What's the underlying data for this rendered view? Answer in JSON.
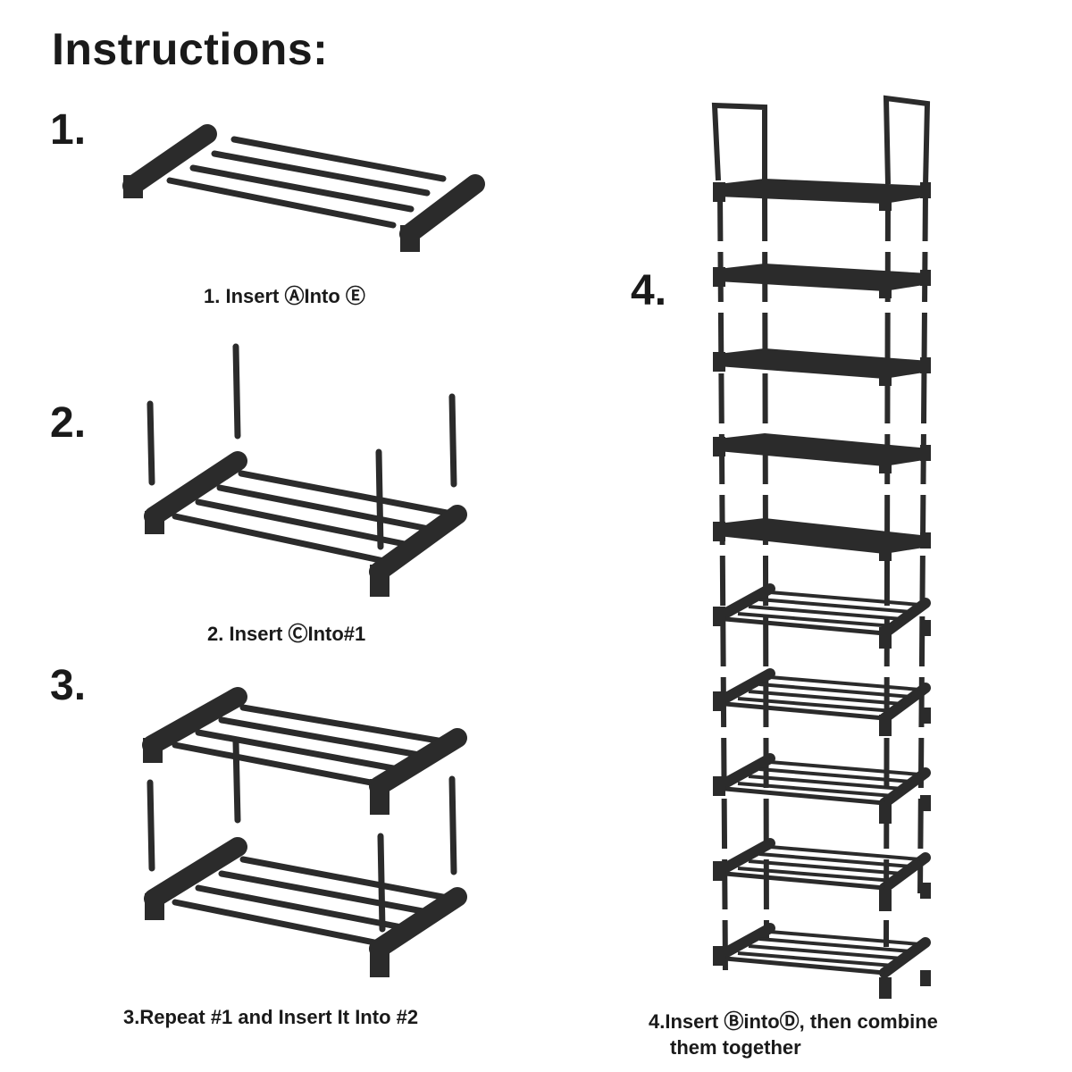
{
  "title": "Instructions:",
  "steps": [
    {
      "number": "1.",
      "caption": "1. Insert ⒶInto Ⓔ"
    },
    {
      "number": "2.",
      "caption": "2. Insert ⒸInto#1"
    },
    {
      "number": "3.",
      "caption": "3.Repeat #1 and Insert It Into #2"
    },
    {
      "number": "4.",
      "caption_line1": "4.Insert ⒷintoⒹ, then combine",
      "caption_line2": "them together"
    }
  ],
  "colors": {
    "frame": "#2b2b2b",
    "text": "#1a1a1a",
    "background": "#ffffff"
  },
  "tower": {
    "tiers": 10
  }
}
